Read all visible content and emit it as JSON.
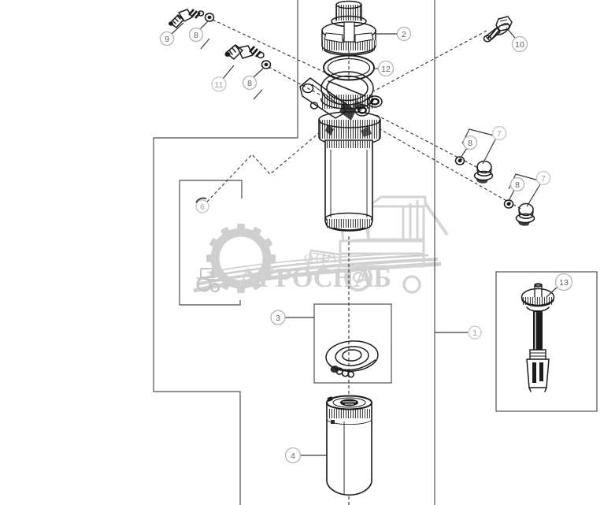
{
  "diagram_title": "fuel-filter-assembly-exploded-view",
  "watermark": {
    "org_form": "ООО",
    "company": "АГРОСНАБ"
  },
  "callouts": {
    "c1": {
      "label": "1",
      "muted": true
    },
    "c2": {
      "label": "2",
      "muted": false
    },
    "c3": {
      "label": "3",
      "muted": false
    },
    "c4": {
      "label": "4",
      "muted": false
    },
    "c6": {
      "label": "6",
      "muted": true
    },
    "c7a": {
      "label": "7",
      "muted": true
    },
    "c7b": {
      "label": "7",
      "muted": true
    },
    "c8a": {
      "label": "8",
      "muted": false
    },
    "c8b": {
      "label": "8",
      "muted": false
    },
    "c8c": {
      "label": "8",
      "muted": false
    },
    "c8d": {
      "label": "8",
      "muted": false
    },
    "c9": {
      "label": "9",
      "muted": false
    },
    "c10": {
      "label": "10",
      "muted": false
    },
    "c11": {
      "label": "11",
      "muted": true
    },
    "c12": {
      "label": "12",
      "muted": false
    },
    "c13": {
      "label": "13",
      "muted": false
    }
  },
  "colors": {
    "line_art": "#1c1c1c",
    "boundary": "#4f4f4f",
    "watermark_gray": "#c9c9c9",
    "callout_ring": "#b3b3b3",
    "callout_text": "#5f5f5f",
    "callout_text_muted": "#a0a0a0",
    "background": "#ffffff"
  }
}
